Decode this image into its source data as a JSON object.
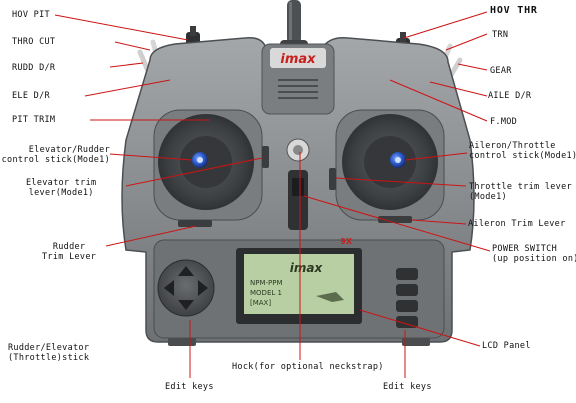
{
  "labels": {
    "hov_pit": "HOV PIT",
    "thro_cut": "THRO CUT",
    "rudd_dr": "RUDD D/R",
    "ele_dr": "ELE  D/R",
    "pit_trim": "PIT TRIM",
    "elevator_rudder_stick": [
      "Elevator/Rudder",
      "control stick(Mode1)"
    ],
    "elevator_trim_lever": [
      "Elevator trim",
      "lever(Mode1)"
    ],
    "rudder_trim_lever": [
      "Rudder",
      "Trim Lever"
    ],
    "rudder_elevator_throttle_stick": [
      "Rudder/Elevator",
      "(Throttle)stick"
    ],
    "edit_keys_left": "Edit keys",
    "hock": "Hock(for optional neckstrap)",
    "edit_keys_right": "Edit keys",
    "hov_thr": "HOV THR",
    "trn": "TRN",
    "gear": "GEAR",
    "aile_dr": "AILE  D/R",
    "f_mod": "F.MOD",
    "aileron_throttle_stick": [
      "Aileron/Throttle",
      "control stick(Mode1)"
    ],
    "throttle_trim_lever": [
      "Throttle trim lever",
      "(Mode1)"
    ],
    "aileron_trim_lever": "Aileron Trim Lever",
    "power_switch": [
      "POWER SWITCH",
      "(up position on)"
    ],
    "lcd_panel": "LCD Panel"
  },
  "device": {
    "brand": "imax",
    "model": "9X",
    "lcd_brand": "imax",
    "lcd_lines": [
      "NPM-PPM",
      "MODEL 1",
      "[MAX]"
    ]
  },
  "colors": {
    "body": "#8a8d90",
    "body_dark": "#5e6164",
    "lcd": "#b8cfa4",
    "logo_red": "#c8201c",
    "stick_blue": "#2a58c8",
    "leader_red": "#cc1414"
  }
}
